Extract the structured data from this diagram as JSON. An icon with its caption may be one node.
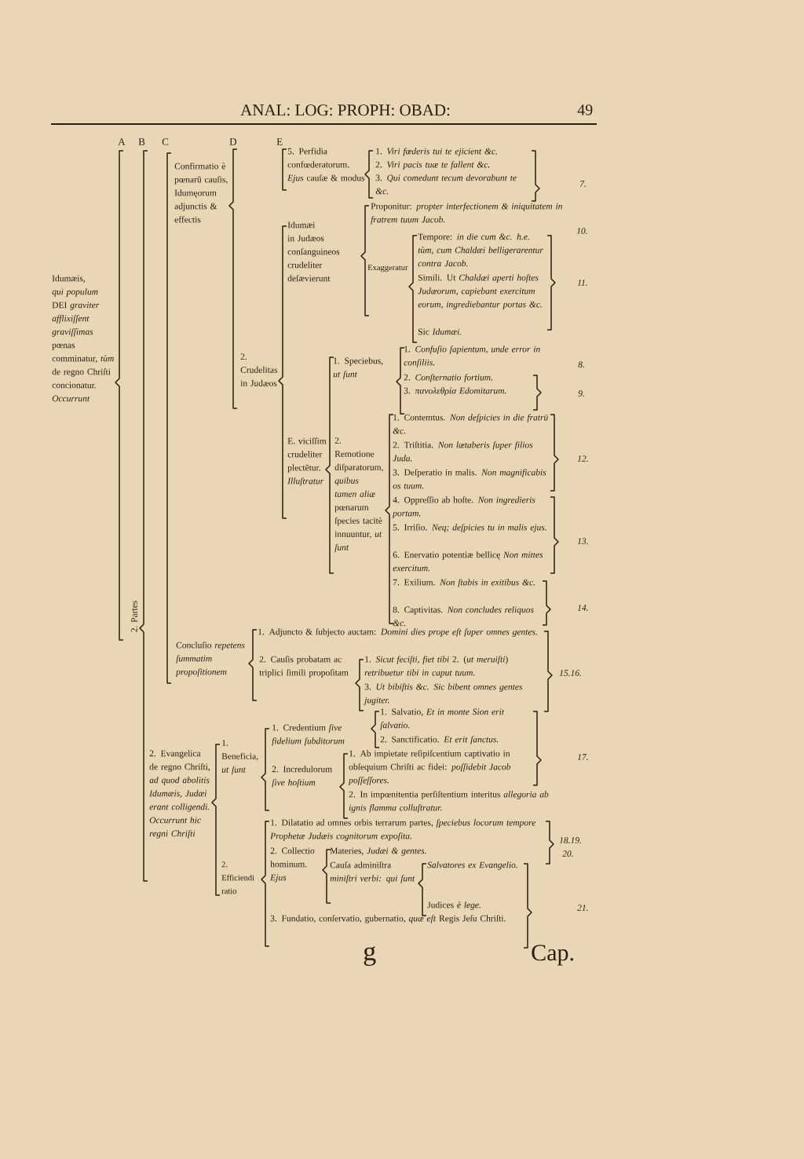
{
  "diagram": {
    "title": "ANAL: LOG: PROPH: OBAD:",
    "labels": [
      "49",
      "A",
      "B",
      "C",
      "D",
      "E",
      "5. Perfidia confœderatorum. *Ejus* cauſæ & modus",
      "1. *Viri fœderis tui te ejicient &c.*",
      "2. *Viri pacis tuæ te fallent &c.*",
      "3. *Qui comedunt tecum devorabunt te &c.*",
      "7.",
      "Confirmatio è pœnarū cauſis, Idumęorum adjunctis & effectis",
      "Proponitur: *propter interfectionem & iniquitatem in fratrem tuum Jacob.*",
      "10.",
      "Idumæi in Judæos conſanguineos crudeliter deſævierunt",
      "Tempore: *in die cum &c. h.e. tùm, cum Chaldæi belligerarentur contra Jacob.*",
      "Idumæis, *qui populum* DEI *graviter afflixiſſent graviſſimas* pœnas comminatur, *tùm* de regno Chriſti concionatur. *Occurrunt*",
      "Exaggeratur",
      "Simili. Ut *Chaldæi aperti hoſtes Judæorum, capiebant exercitum eorum, ingrediebantur portas &c.*",
      "11.",
      "Sic *Idumæi.*",
      "1. *Confuſio ſapientum, unde error in conſiliis.*",
      "2. Crudelitas in Judæos",
      "1. Speciebus, *ut ſunt*",
      "8.",
      "2. *Conſternatio fortium.*",
      "3. *πανολεθρία Edomitarum.*",
      "9.",
      "1. Contemtus. *Non deſpicies in die fratrū &c.*",
      "E. viciſſim crudeliter plectētur. *Illuſtratur*",
      "2. Remotione diſparatorum, *quibus tamen aliæ* pœnarum ſpecies tacitè innuuntur, *ut ſunt*",
      "2. Triſtitia. *Non lætaberis ſuper filios Juda.*",
      "12.",
      "3. Deſperatio in malis. *Non magnificabis os tuum.*",
      "4. Oppreſſio ab hoſte. *Non ingredieris portam.*",
      "5. Irriſio. *Neq; deſpicies tu in malis ejus.*",
      "13.",
      "6. Enervatio potentiæ bellicę *Non mittes exercitum.*",
      "7. Exilium. *Non ſtabis in exitibus &c.*",
      "8. Captivitas. *Non concludes reliquos &c.*",
      "14.",
      "2. Partes",
      "1. Adjuncto & ſubjecto auctam: *Domini dies prope eſt ſuper omnes gentes.*",
      "Concluſio *repetens ſummatim propoſitionem*",
      "2. Cauſis probatam ac triplici ſimili propoſitam",
      "1. *Sicut feciſti, fiet tibi* 2. (*ut meruiſti*) *retribuetur tibi in caput tuum.*",
      "15.16.",
      "3. *Ut bibiſtis &c. Sic bibent omnes gentes jugiter.*",
      "1. Salvatio, *Et in monte Sion erit ſalvatio.*",
      "1. Credentium *ſive fidelium ſubditorum*",
      "2. Sanctificatio. *Et erit ſanctus.*",
      "1. Beneficia, *ut ſunt*",
      "2. Evangelica de regno Chriſti, *ad quod abolitis Idumæis, Judæi erant colligendi. Occurrunt hic regni Chriſti*",
      "2. Incredulorum *ſive hoſtium*",
      "1. Ab impietate reſipiſcentium captivatio in obſequium Chriſti ac fidei: *poſſidebit Jacob poſſeſſores.*",
      "17.",
      "2. In impœnitentia perſiſtentium interitus *allegoria ab ignis flamma colluſtratur.*",
      "1. Dilatatio ad omnes orbis terrarum partes, *ſpeciebus locorum tempore Prophetæ Judæis cognitorum expoſita.*",
      "18.19.",
      "2. Collectio hominum. *Ejus*",
      "Materies, *Judæi & gentes.*",
      "20.",
      "Cauſa adminiſtra *miniſtri verbi: qui ſunt*",
      "2. Efficiendi ratio",
      "*Salvatores ex Evangelio.*",
      "Judices *è lege.*",
      "21.",
      "3. Fundatio, conſervatio, gubernatio, *quæ eſt* Regis Jeſu Chriſti.",
      "g",
      "Cap."
    ]
  }
}
